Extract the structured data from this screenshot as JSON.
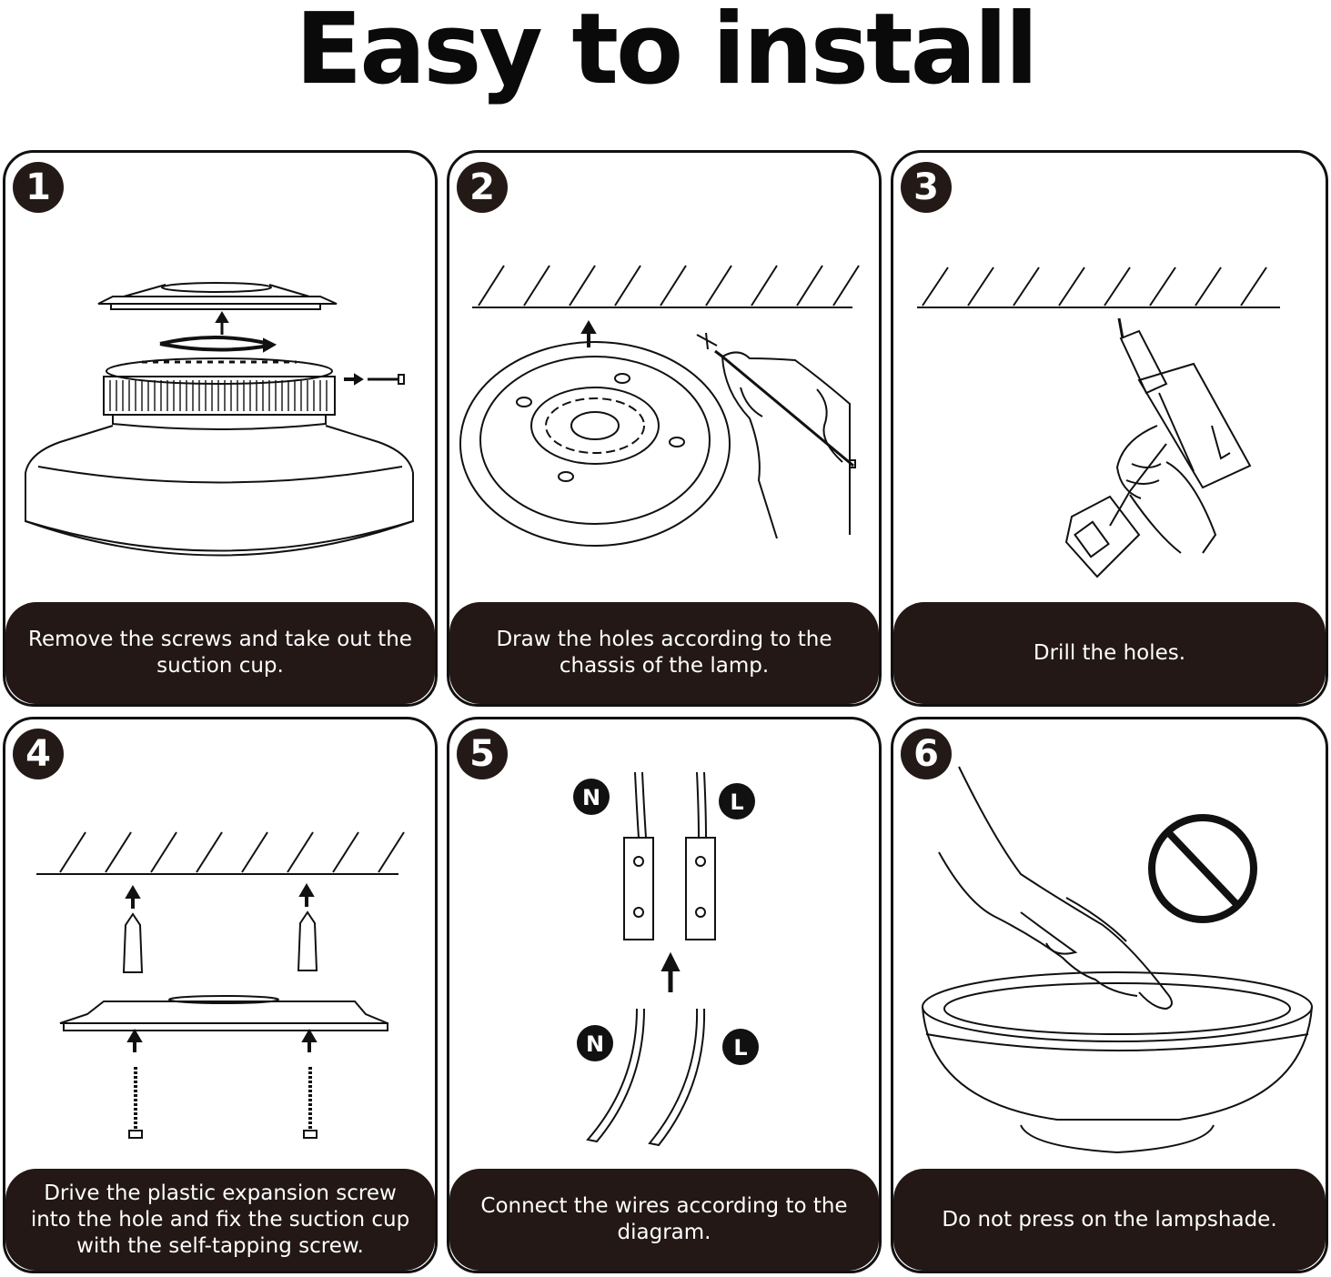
{
  "title": "Easy to install",
  "steps": [
    {
      "number": "1",
      "caption": "Remove the screws and take out the suction cup."
    },
    {
      "number": "2",
      "caption": "Draw the holes according to the chassis of the lamp."
    },
    {
      "number": "3",
      "caption": "Drill the holes."
    },
    {
      "number": "4",
      "caption": "Drive the plastic expansion screw into the hole and fix the suction cup with the self-tapping screw."
    },
    {
      "number": "5",
      "caption": "Connect the wires according to the diagram."
    },
    {
      "number": "6",
      "caption": "Do not press on the lampshade."
    }
  ],
  "wire_labels": {
    "neutral": "N",
    "live": "L"
  },
  "colors": {
    "caption_bg": "#231815",
    "line": "#111111"
  }
}
